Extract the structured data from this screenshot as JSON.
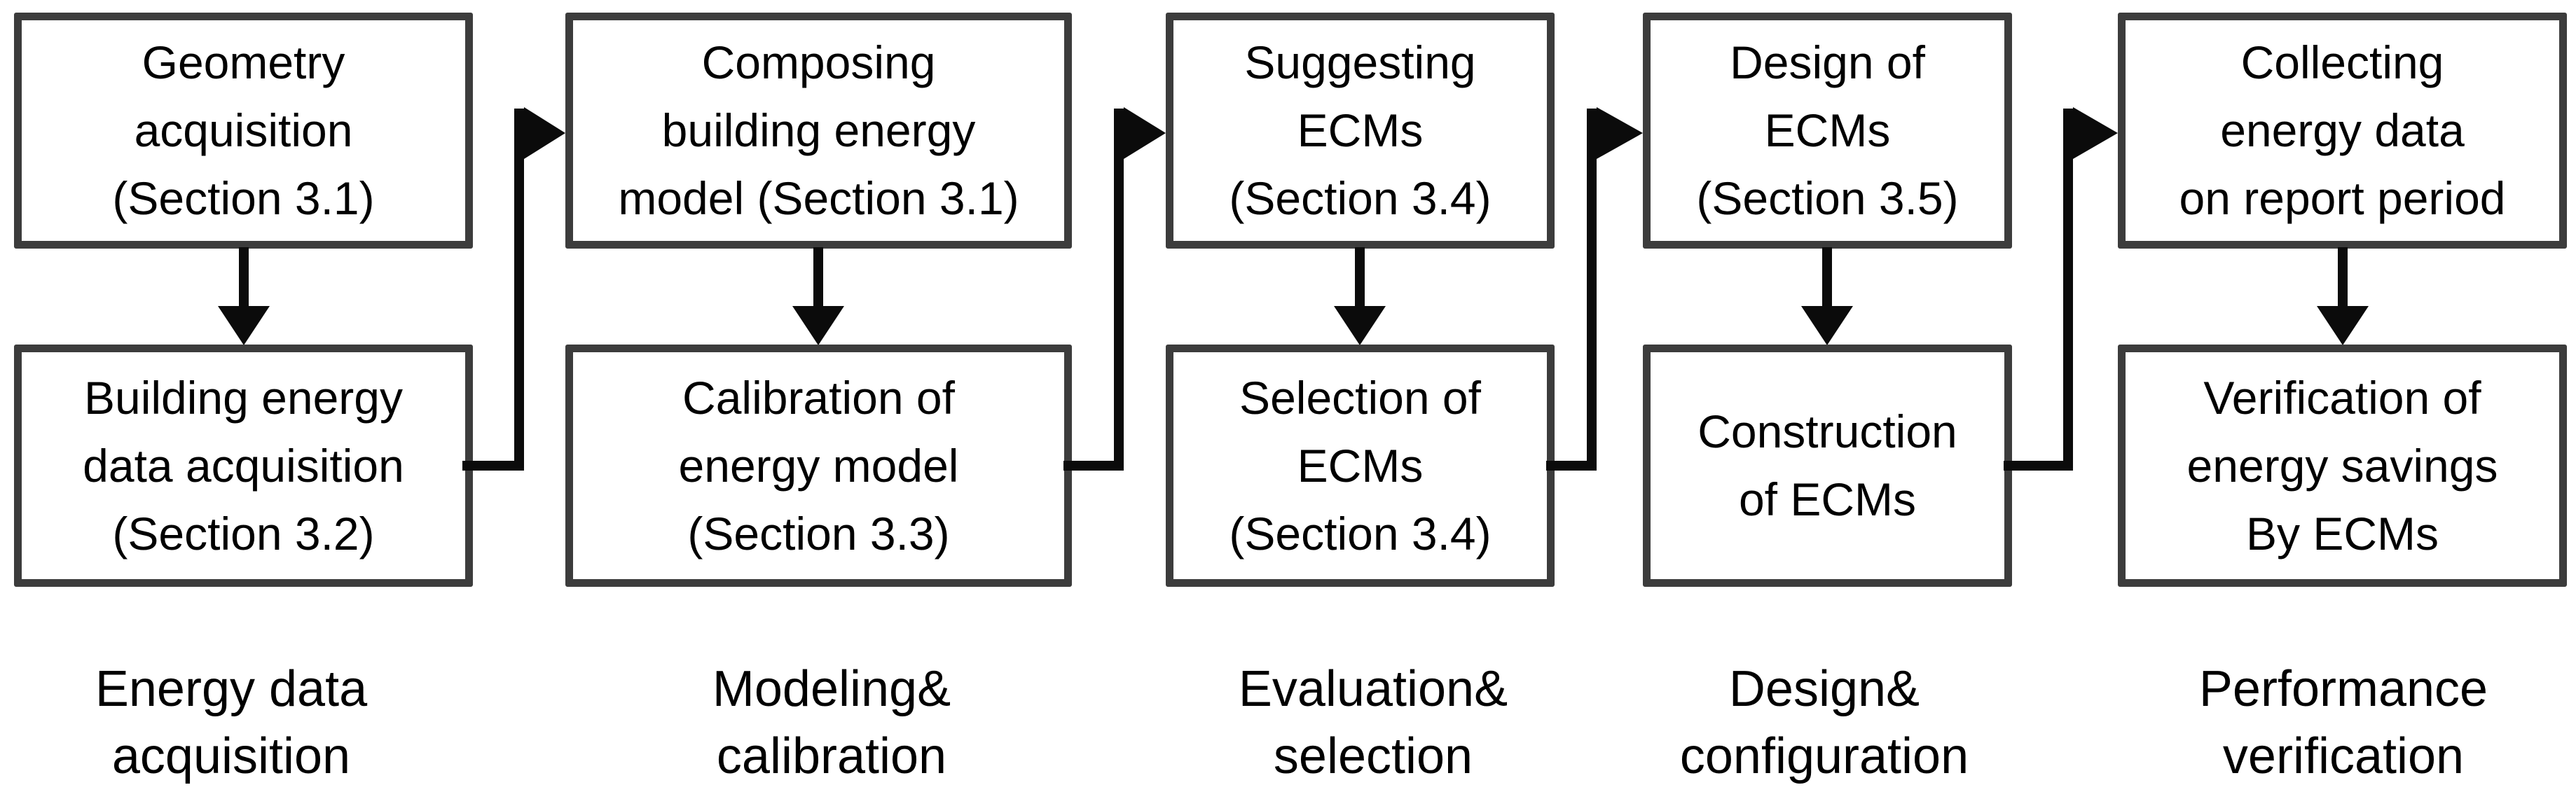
{
  "figure": {
    "background_color": "#ffffff",
    "box_border_color": "#3c3c3c",
    "box_fill_color": "#ffffff",
    "arrow_color": "#0b0b0b",
    "text_color": "#000000",
    "columns": [
      {
        "top_box": {
          "line1": "Geometry",
          "line2": "acquisition",
          "line3": "(Section 3.1)"
        },
        "bottom_box": {
          "line1": "Building energy",
          "line2": "data acquisition",
          "line3": "(Section 3.2)"
        },
        "label": {
          "line1": "Energy data",
          "line2": "acquisition"
        }
      },
      {
        "top_box": {
          "line1": "Composing",
          "line2": "building energy",
          "line3": "model (Section 3.1)"
        },
        "bottom_box": {
          "line1": "Calibration of",
          "line2": "energy model",
          "line3": "(Section 3.3)"
        },
        "label": {
          "line1": "Modeling&",
          "line2": "calibration"
        }
      },
      {
        "top_box": {
          "line1": "Suggesting",
          "line2": "ECMs",
          "line3": "(Section 3.4)"
        },
        "bottom_box": {
          "line1": "Selection of",
          "line2": "ECMs",
          "line3": "(Section 3.4)"
        },
        "label": {
          "line1": "Evaluation&",
          "line2": "selection"
        }
      },
      {
        "top_box": {
          "line1": "Design of",
          "line2": "ECMs",
          "line3": "(Section 3.5)"
        },
        "bottom_box": {
          "line1": "Construction",
          "line2": "of ECMs",
          "line3": ""
        },
        "label": {
          "line1": "Design&",
          "line2": "configuration"
        }
      },
      {
        "top_box": {
          "line1": "Collecting",
          "line2": "energy data",
          "line3": "on report period"
        },
        "bottom_box": {
          "line1": "Verification of",
          "line2": "energy savings",
          "line3": "By ECMs"
        },
        "label": {
          "line1": "Performance",
          "line2": "verification"
        }
      }
    ]
  }
}
